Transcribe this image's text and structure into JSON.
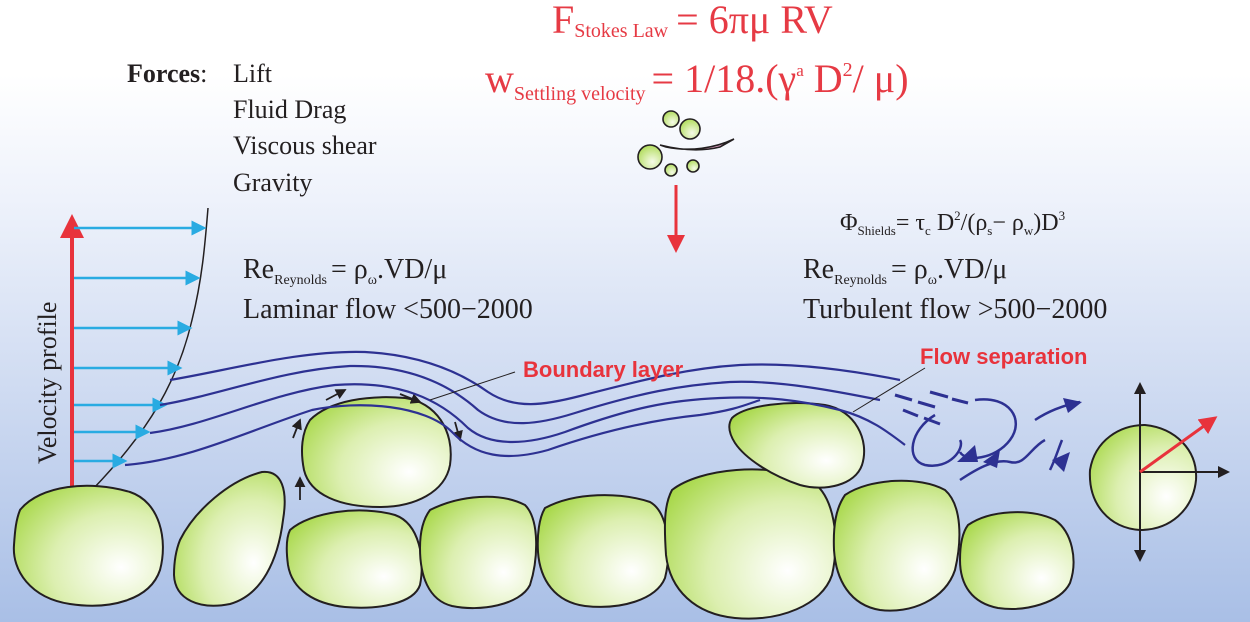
{
  "stokes": {
    "main": "F",
    "sub": "Stokes Law",
    "rhs": "= 6πμ RV"
  },
  "settling": {
    "main": "w",
    "sub": "Settling velocity",
    "rhs_a": "= 1/18.(γ",
    "sup_a": "a",
    "rhs_b": " D",
    "sup_2": "2",
    "rhs_c": "/ μ)"
  },
  "forces": {
    "label": "Forces",
    "colon": ":",
    "items": [
      "Lift",
      "Fluid Drag",
      "Viscous shear",
      "Gravity"
    ]
  },
  "velocity_profile_label": "Velocity profile",
  "laminar": {
    "re": "Re",
    "re_sub": "Reynolds",
    "re_rhs": "= ρ",
    "rho_sub": "ω",
    "re_tail": ".VD/μ",
    "flow": "Laminar flow <500−2000"
  },
  "turbulent": {
    "re": "Re",
    "re_sub": "Reynolds",
    "re_rhs": "= ρ",
    "rho_sub": "ω",
    "re_tail": ".VD/μ",
    "flow": "Turbulent flow >500−2000"
  },
  "shields": {
    "phi": "Φ",
    "phi_sub": "Shields",
    "eq": "= τ",
    "tau_sub": "c",
    "d": " D",
    "d_sup": "2",
    "paren": "/(ρ",
    "rs_sub": "s",
    "minus": "− ρ",
    "rw_sub": "w",
    "close": ")D",
    "d3_sup": "3"
  },
  "boundary_layer_label": "Boundary layer",
  "flow_separation_label": "Flow separation",
  "colors": {
    "grain_fill": "#a8d84a",
    "stream_blue": "#2d3192",
    "arrow_red": "#e8333c",
    "profile_arrow": "#29abe2",
    "bg_bottom": "#a9bfe6"
  }
}
